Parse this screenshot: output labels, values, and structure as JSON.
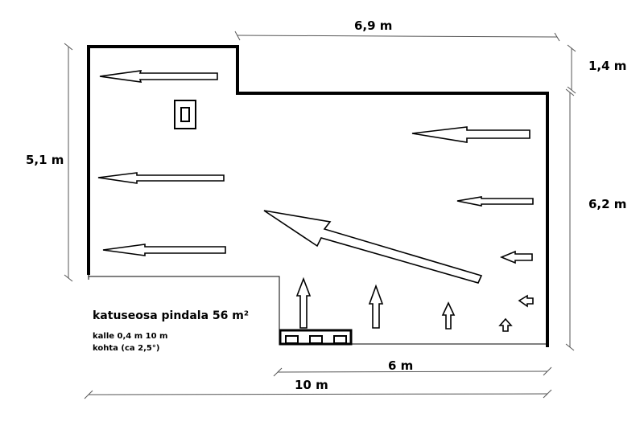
{
  "dimensions": {
    "top_width": "6,9 m",
    "right_upper": "1,4 m",
    "left_height": "5,1 m",
    "right_lower": "6,2 m",
    "bottom_inner": "6 m",
    "bottom_total": "10 m"
  },
  "note": {
    "title": "katuseosa pindala 56 m²",
    "line1": "kalle 0,4 m 10 m",
    "line2": "kohta (ca 2,5°)"
  },
  "arrows": [
    {
      "name": "slope-arrow-left-1",
      "dir": "left"
    },
    {
      "name": "slope-arrow-left-2",
      "dir": "left"
    },
    {
      "name": "slope-arrow-left-3",
      "dir": "left"
    },
    {
      "name": "slope-arrow-right-1",
      "dir": "left"
    },
    {
      "name": "slope-arrow-right-2",
      "dir": "left"
    },
    {
      "name": "slope-arrow-right-3",
      "dir": "left"
    },
    {
      "name": "slope-arrow-right-4",
      "dir": "left"
    },
    {
      "name": "slope-arrow-diagonal",
      "dir": "up-left"
    },
    {
      "name": "slope-arrow-up-1",
      "dir": "up"
    },
    {
      "name": "slope-arrow-up-2",
      "dir": "up"
    },
    {
      "name": "slope-arrow-up-3",
      "dir": "up"
    },
    {
      "name": "slope-arrow-up-4",
      "dir": "up"
    }
  ]
}
